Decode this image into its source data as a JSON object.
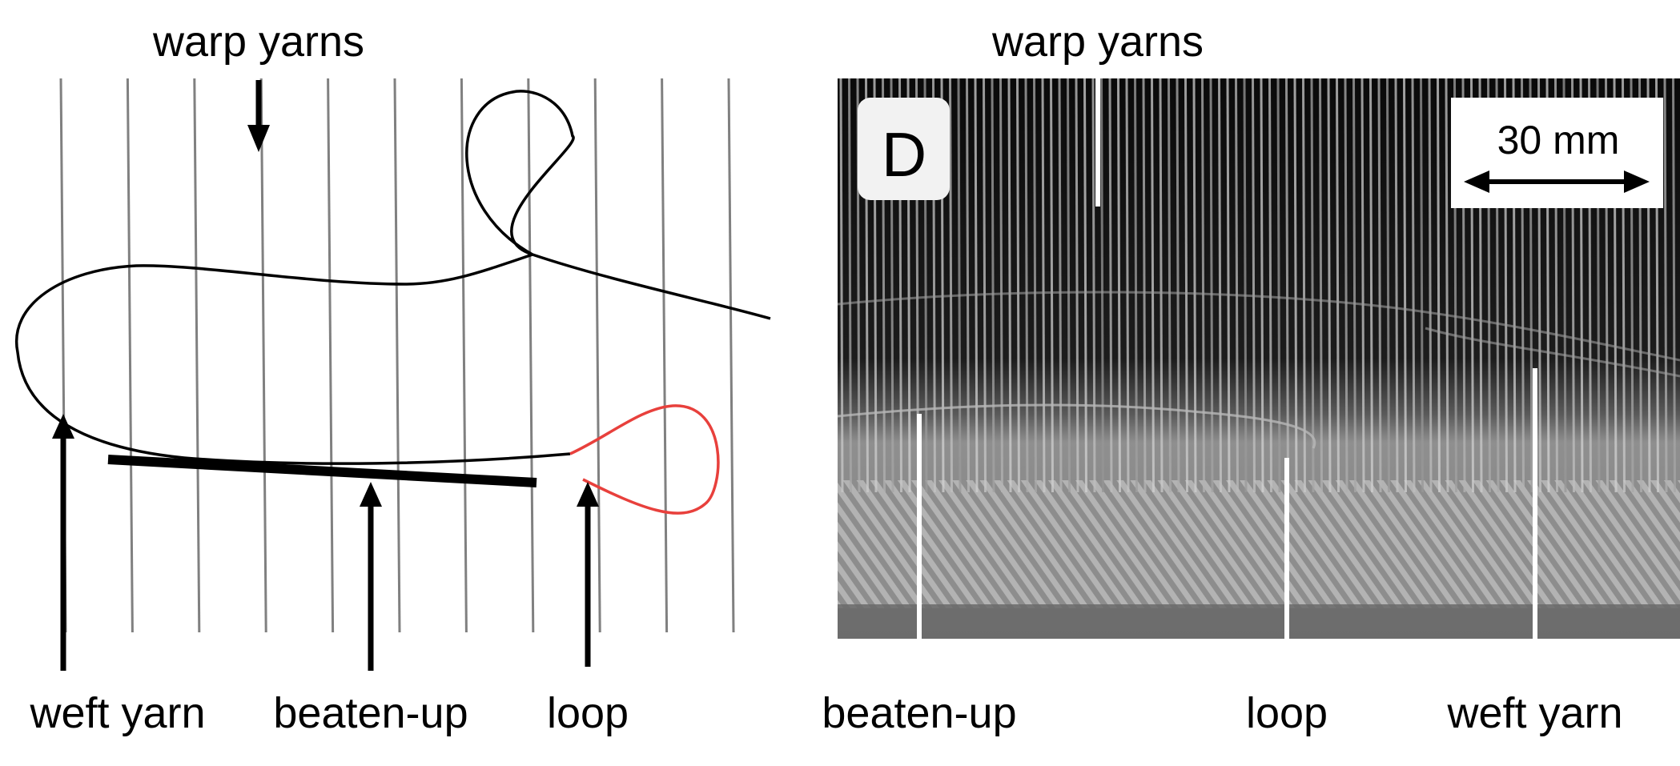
{
  "left_panel": {
    "labels": {
      "warp_yarns": "warp yarns",
      "weft_yarn": "weft yarn",
      "beaten_up": "beaten-up",
      "loop": "loop"
    }
  },
  "right_panel": {
    "panel_letter": "D",
    "scale_bar": "30 mm",
    "labels": {
      "warp_yarns": "warp yarns",
      "beaten_up": "beaten-up",
      "loop": "loop",
      "weft_yarn": "weft yarn"
    }
  },
  "colors": {
    "yarn_line": "#000000",
    "warp_line": "#808080",
    "loop_highlight": "#e8403c",
    "photo_dark": "#111111",
    "photo_fabric": "#9a9a9a"
  }
}
